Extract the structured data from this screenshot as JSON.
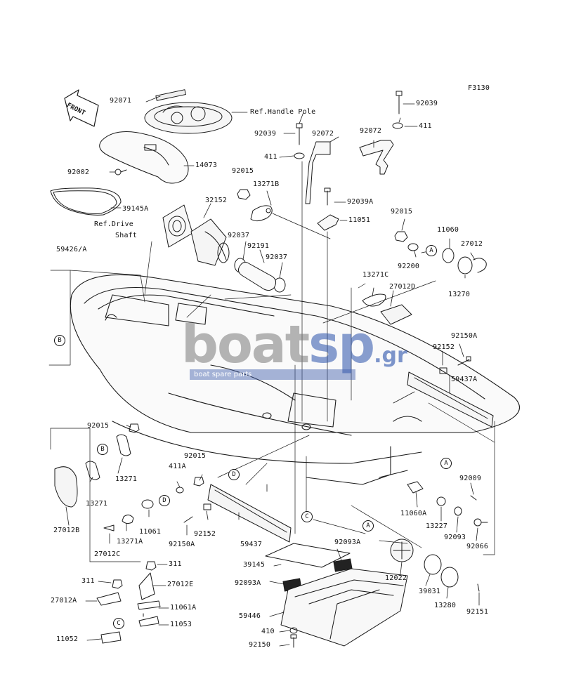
{
  "figure_id": "F3130",
  "front_label": "FRONT",
  "watermark": {
    "brand_a": "boat",
    "brand_b": "sp",
    "suffix": ".gr",
    "tagline": "boat spare parts"
  },
  "labels": {
    "p92071": "92071",
    "ref_handle_pole": "Ref.Handle Pole",
    "p92039_top": "92039",
    "p411_top": "411",
    "p92072_right": "92072",
    "p92039_mid": "92039",
    "p92072_mid": "92072",
    "p411_mid": "411",
    "p92002": "92002",
    "p14073": "14073",
    "p92015_a": "92015",
    "p13271b": "13271B",
    "p39145a": "39145A",
    "p32152": "32152",
    "p92039a": "92039A",
    "ref_drive": "Ref.Drive",
    "shaft": "Shaft",
    "p11051": "11051",
    "p92015_b": "92015",
    "p11060": "11060",
    "p27012": "27012",
    "p92037_a": "92037",
    "p92191": "92191",
    "p92037_b": "92037",
    "p59426a": "59426/A",
    "p92200": "92200",
    "p13270": "13270",
    "p13271c": "13271C",
    "p27012d": "27012D",
    "p92150a_r": "92150A",
    "p92152_r": "92152",
    "p59437a": "59437A",
    "p92015_c": "92015",
    "p13271": "13271",
    "p13271_b": "13271",
    "p92015_d": "92015",
    "p411a": "411A",
    "p27012b": "27012B",
    "p11061": "11061",
    "p13271a": "13271A",
    "p27012c": "27012C",
    "p92150a_l": "92150A",
    "p92152_l": "92152",
    "p59437": "59437",
    "p92009": "92009",
    "p11060a": "11060A",
    "p13227": "13227",
    "p92093": "92093",
    "p92066": "92066",
    "p92093a_a": "92093A",
    "p39145": "39145",
    "p92093a_b": "92093A",
    "p12022": "12022",
    "p39031": "39031",
    "p13280": "13280",
    "p92151": "92151",
    "p311_a": "311",
    "p27012e": "27012E",
    "p311_b": "311",
    "p27012a": "27012A",
    "p11061a": "11061A",
    "p11053": "11053",
    "p11052": "11052",
    "p59446": "59446",
    "p410": "410",
    "p92150": "92150"
  },
  "callouts": {
    "a": "A",
    "b": "B",
    "c": "C",
    "d": "D"
  }
}
